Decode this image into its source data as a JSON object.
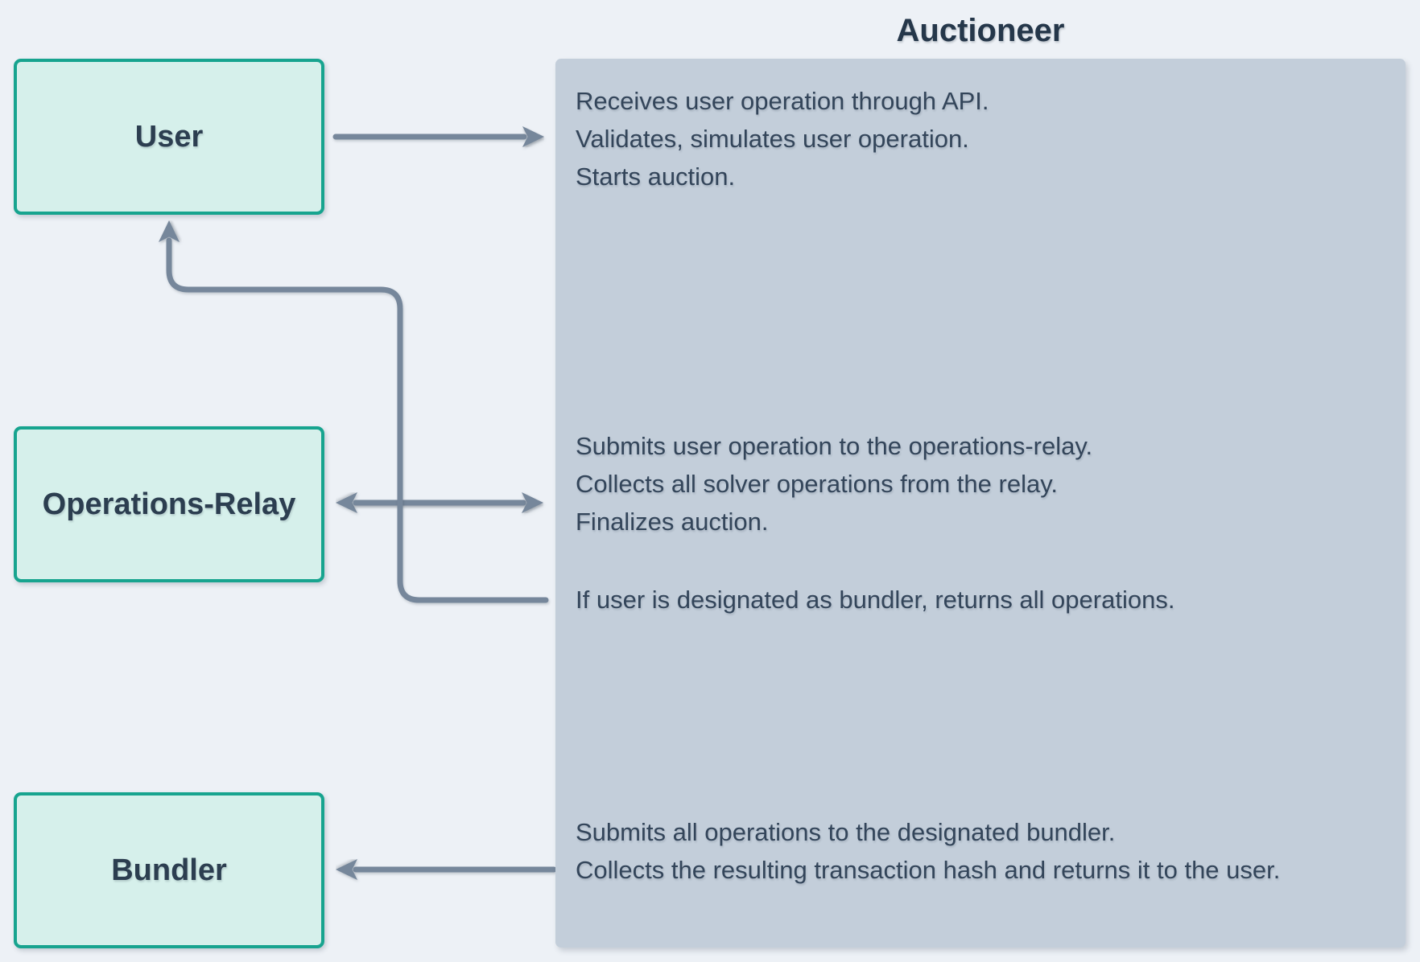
{
  "diagram": {
    "title": "Auctioneer",
    "nodes": [
      {
        "id": "user",
        "label": "User"
      },
      {
        "id": "operations-relay",
        "label": "Operations-Relay"
      },
      {
        "id": "bundler",
        "label": "Bundler"
      }
    ],
    "panel_blocks": [
      {
        "lines": [
          "Receives user operation through API.",
          "Validates, simulates user operation.",
          "Starts auction."
        ]
      },
      {
        "lines": [
          "Submits user operation to the operations-relay.",
          "Collects all solver operations from the relay.",
          "Finalizes auction."
        ]
      },
      {
        "lines": [
          "If user is designated as bundler, returns all operations."
        ]
      },
      {
        "lines": [
          "Submits all operations to the designated bundler.",
          "Collects the resulting transaction hash and returns it to the user."
        ]
      }
    ],
    "arrows": [
      {
        "id": "user-to-auctioneer",
        "direction": "right"
      },
      {
        "id": "auctioneer-operations-relay",
        "direction": "both"
      },
      {
        "id": "auctioneer-to-bundler",
        "direction": "left"
      },
      {
        "id": "auctioneer-return-to-user",
        "direction": "up"
      }
    ],
    "colors": {
      "background": "#EDF1F6",
      "panel_fill": "#C3CEDA",
      "node_fill": "#D6F0EB",
      "node_border": "#17A48F",
      "arrow": "#76879B",
      "heading_text": "#25374A",
      "node_text": "#2C3E50",
      "panel_text": "#33455A"
    }
  }
}
